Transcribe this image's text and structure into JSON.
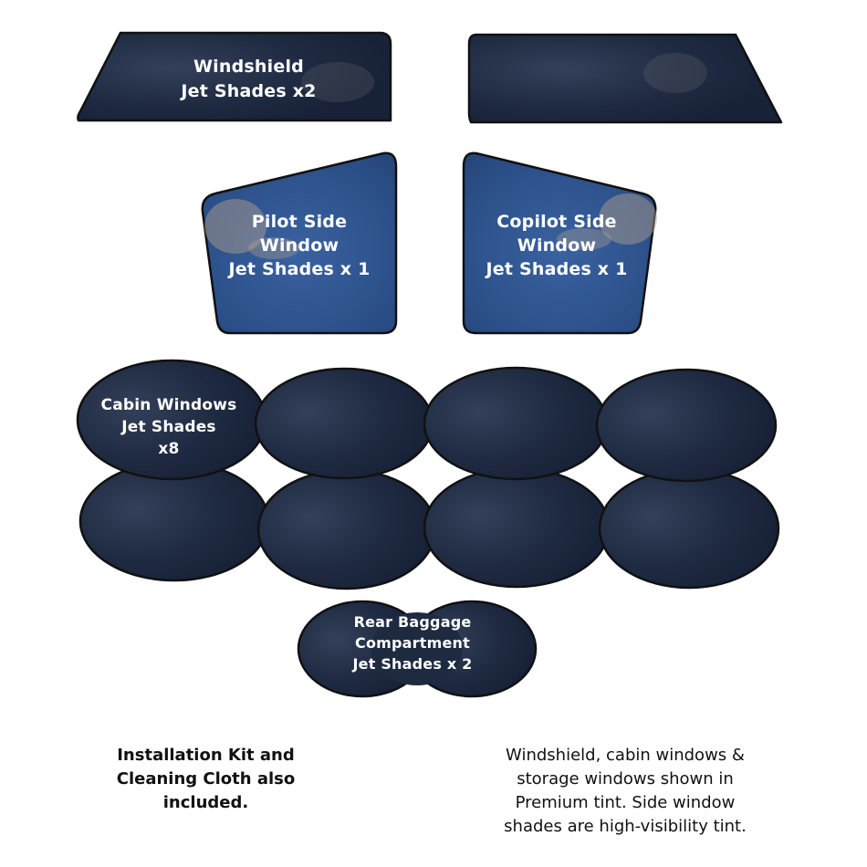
{
  "colors": {
    "premium_tint": "#1c2a40",
    "high_visibility_tint": "#2a4e86",
    "outline": "#111111",
    "label": "#ffffff"
  },
  "shades": {
    "windshield": {
      "lines": [
        "Windshield",
        "Jet Shades  x2"
      ]
    },
    "pilot_side": {
      "lines": [
        "Pilot Side",
        "Window",
        "Jet Shades x 1"
      ]
    },
    "copilot_side": {
      "lines": [
        "Copilot Side",
        "Window",
        "Jet Shades x 1"
      ]
    },
    "cabin": {
      "lines": [
        "Cabin Windows",
        "Jet Shades",
        "x8"
      ]
    },
    "rear_baggage": {
      "lines": [
        "Rear Baggage",
        "Compartment",
        "Jet Shades x 2"
      ]
    }
  },
  "notes": {
    "kit": {
      "lines": [
        "Installation Kit and",
        "Cleaning Cloth also",
        "included."
      ]
    },
    "tint": {
      "lines": [
        "Windshield, cabin windows &",
        "storage windows shown in",
        "Premium tint. Side window",
        "shades are high-visibility tint."
      ]
    }
  }
}
